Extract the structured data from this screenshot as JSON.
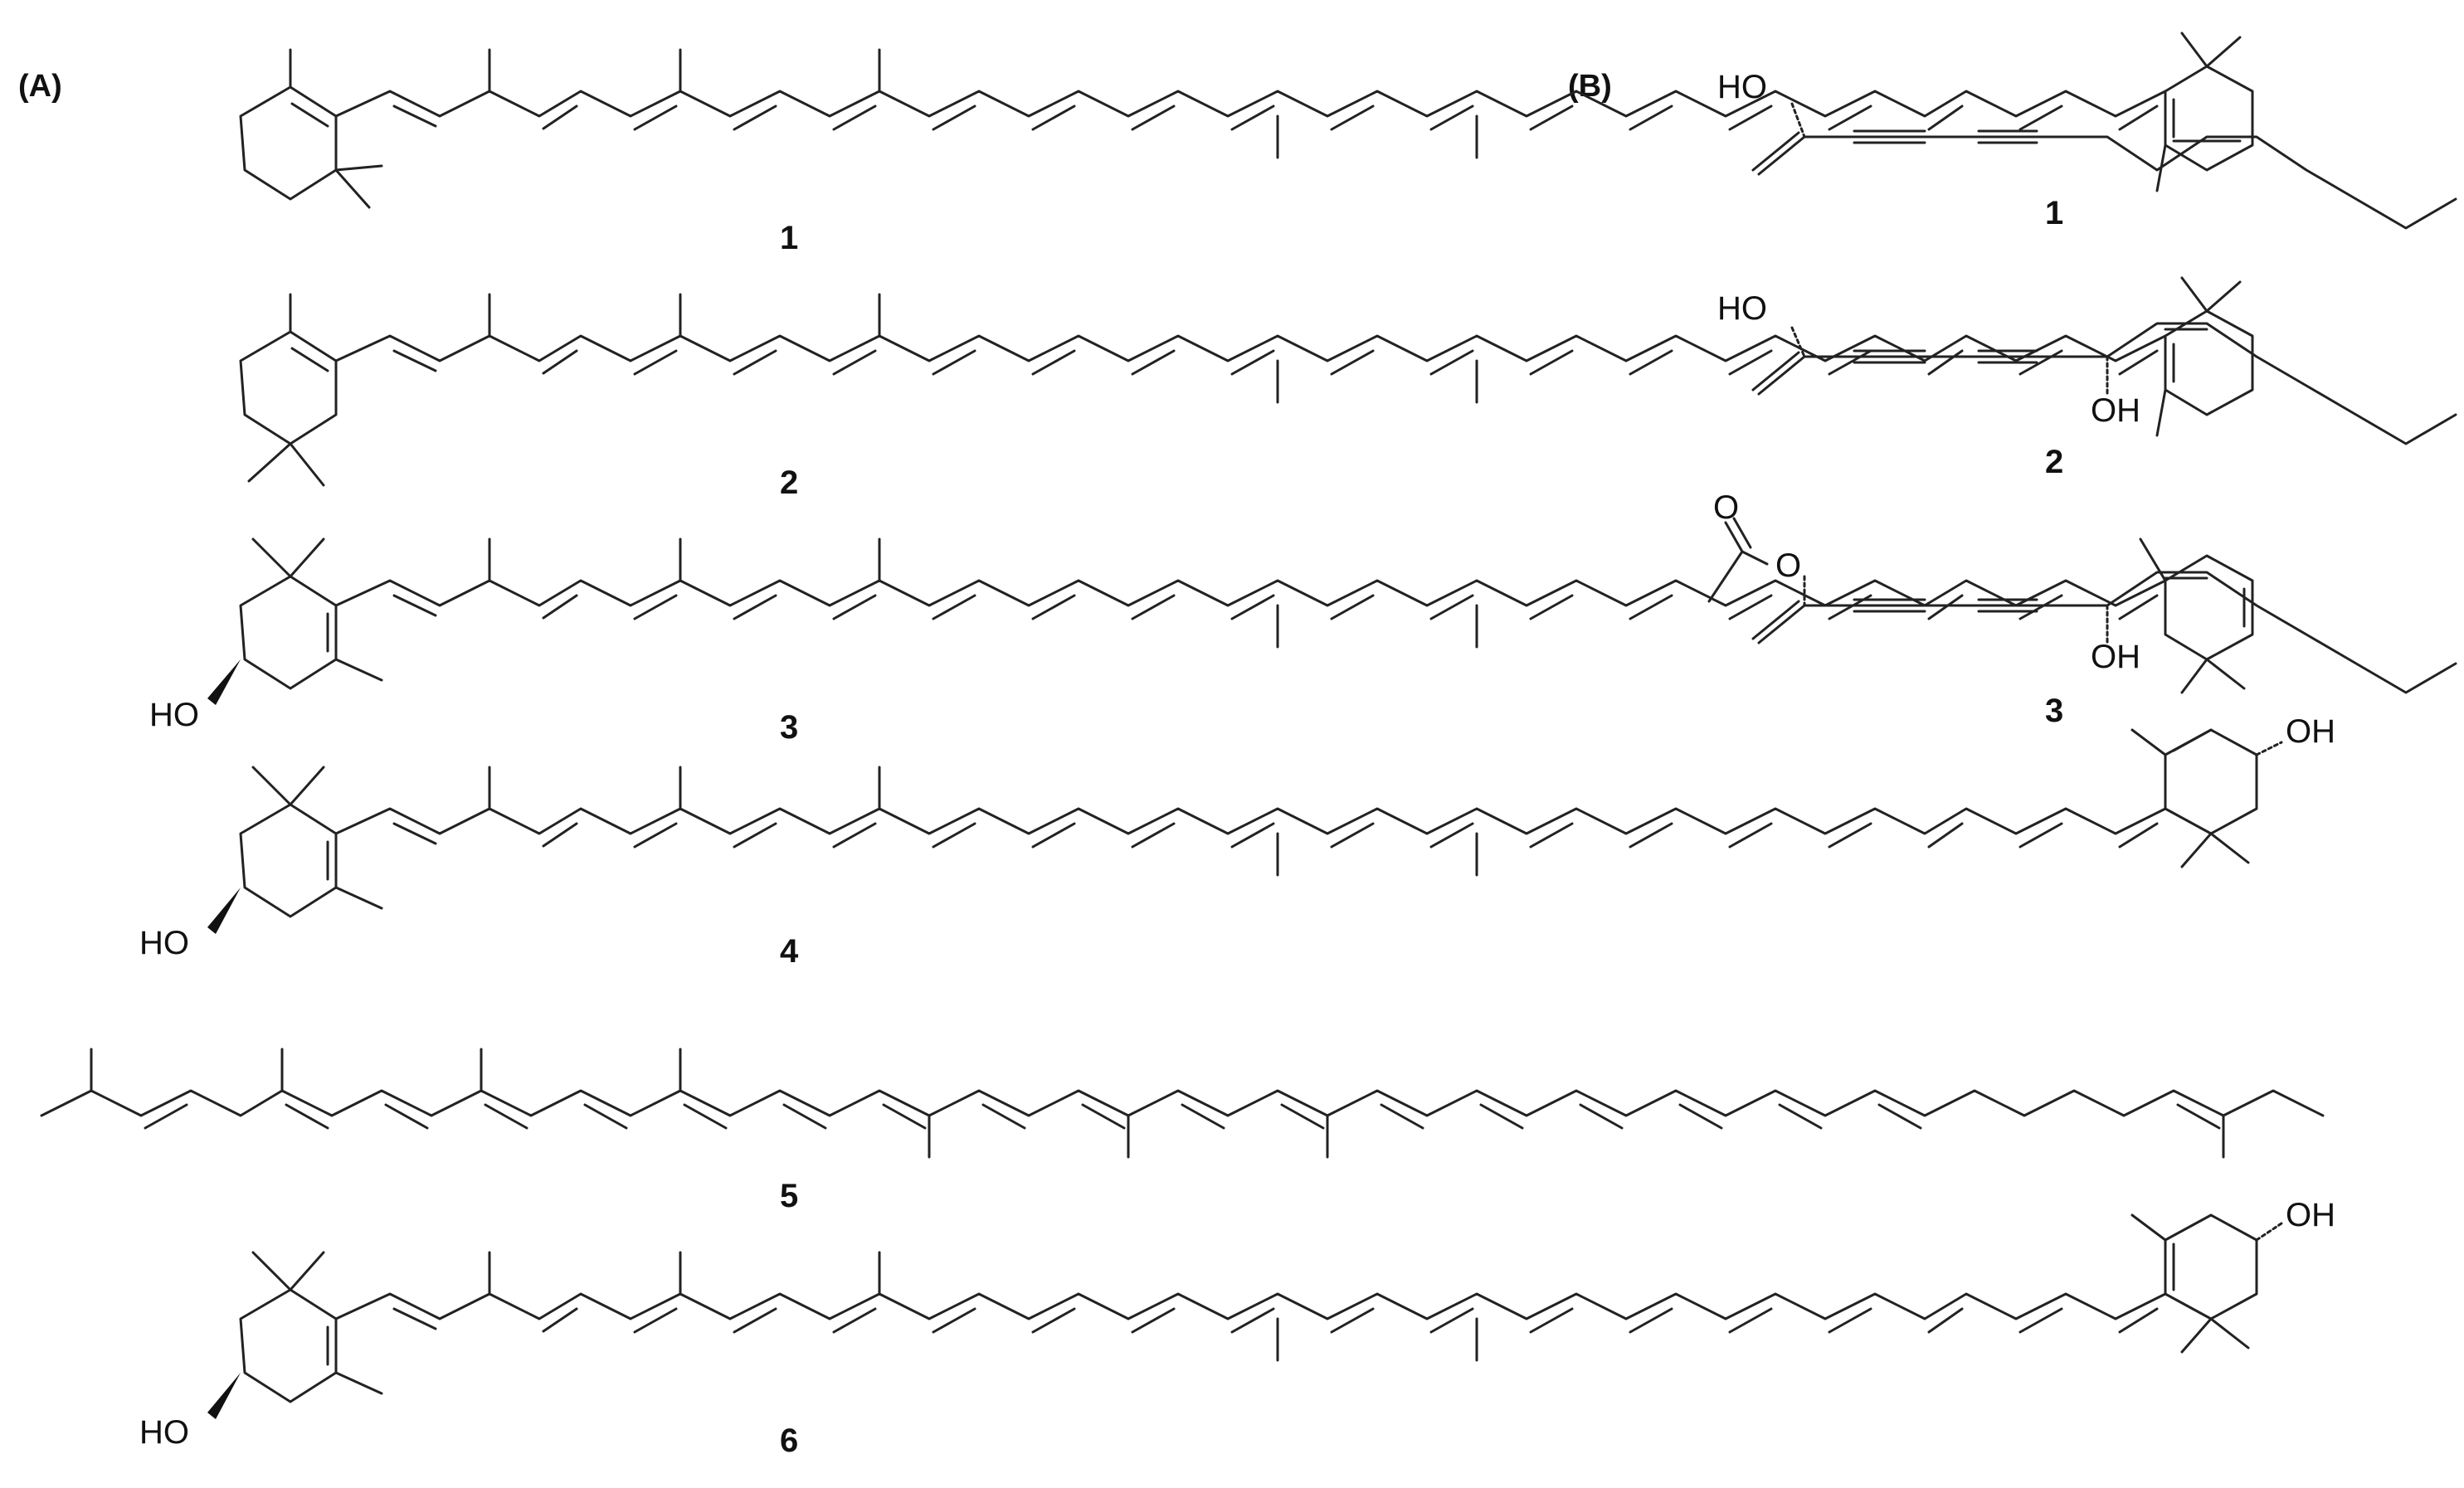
{
  "figure": {
    "panel_a": {
      "label": "(A)",
      "compounds": [
        {
          "number": "1",
          "hydroxyls": []
        },
        {
          "number": "2",
          "hydroxyls": []
        },
        {
          "number": "3",
          "hydroxyls": [
            "HO"
          ]
        },
        {
          "number": "4",
          "hydroxyls": [
            "HO",
            "OH"
          ]
        },
        {
          "number": "5",
          "hydroxyls": []
        },
        {
          "number": "6",
          "hydroxyls": [
            "HO",
            "OH"
          ]
        }
      ]
    },
    "panel_b": {
      "label": "(B)",
      "compounds": [
        {
          "number": "1",
          "atoms": [
            "HO"
          ]
        },
        {
          "number": "2",
          "atoms": [
            "HO",
            "OH"
          ]
        },
        {
          "number": "3",
          "atoms": [
            "O",
            "O",
            "OH"
          ]
        }
      ]
    }
  }
}
